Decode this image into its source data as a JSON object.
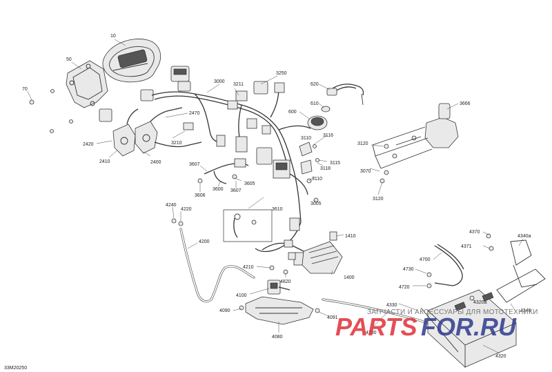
{
  "drawing_code": "33M20250",
  "watermark": {
    "tagline": "ЗАПЧАСТИ И АКСЕССУАРЫ ДЛЯ МОТОТЕХНИКИ",
    "brand_left": "PARTS",
    "brand_right": "FOR.RU"
  },
  "callouts": [
    {
      "id": "c10",
      "text": "10"
    },
    {
      "id": "c50",
      "text": "50"
    },
    {
      "id": "c70",
      "text": "70"
    },
    {
      "id": "c3000",
      "text": "3000"
    },
    {
      "id": "c3211",
      "text": "3211"
    },
    {
      "id": "c3250",
      "text": "3250"
    },
    {
      "id": "c620",
      "text": "620"
    },
    {
      "id": "c610",
      "text": "610"
    },
    {
      "id": "c600",
      "text": "600"
    },
    {
      "id": "c3666",
      "text": "3666"
    },
    {
      "id": "c2470",
      "text": "2470"
    },
    {
      "id": "c2420",
      "text": "2420"
    },
    {
      "id": "c2410",
      "text": "2410"
    },
    {
      "id": "c2400",
      "text": "2400"
    },
    {
      "id": "c3210",
      "text": "3210"
    },
    {
      "id": "c3110",
      "text": "3110"
    },
    {
      "id": "c3116",
      "text": "3116"
    },
    {
      "id": "c3115",
      "text": "3115"
    },
    {
      "id": "c3118",
      "text": "3118"
    },
    {
      "id": "c3110b",
      "text": "3110"
    },
    {
      "id": "c3120a",
      "text": "3120"
    },
    {
      "id": "c3070",
      "text": "3070"
    },
    {
      "id": "c3120b",
      "text": "3120"
    },
    {
      "id": "c3607a",
      "text": "3607"
    },
    {
      "id": "c3600",
      "text": "3600"
    },
    {
      "id": "c3605",
      "text": "3605"
    },
    {
      "id": "c3606",
      "text": "3606"
    },
    {
      "id": "c3607b",
      "text": "3607"
    },
    {
      "id": "c3005",
      "text": "3005"
    },
    {
      "id": "c4240",
      "text": "4240"
    },
    {
      "id": "c4220",
      "text": "4220"
    },
    {
      "id": "c3610",
      "text": "3610"
    },
    {
      "id": "c1410",
      "text": "1410"
    },
    {
      "id": "c4200",
      "text": "4200"
    },
    {
      "id": "c4370",
      "text": "4370"
    },
    {
      "id": "c4371",
      "text": "4371"
    },
    {
      "id": "c4340a",
      "text": "4340a"
    },
    {
      "id": "c4700",
      "text": "4700"
    },
    {
      "id": "c4730",
      "text": "4730"
    },
    {
      "id": "c4210",
      "text": "4210"
    },
    {
      "id": "c4820",
      "text": "4820"
    },
    {
      "id": "c1400",
      "text": "1400"
    },
    {
      "id": "c4720",
      "text": "4720"
    },
    {
      "id": "c4100",
      "text": "4100"
    },
    {
      "id": "c4330",
      "text": "4330"
    },
    {
      "id": "c4320a",
      "text": "4320a"
    },
    {
      "id": "c4340",
      "text": "4340"
    },
    {
      "id": "c4090",
      "text": "4090"
    },
    {
      "id": "c4091",
      "text": "4091"
    },
    {
      "id": "c4200b",
      "text": "4200"
    },
    {
      "id": "c4080",
      "text": "4080"
    },
    {
      "id": "c4320",
      "text": "4320"
    }
  ]
}
